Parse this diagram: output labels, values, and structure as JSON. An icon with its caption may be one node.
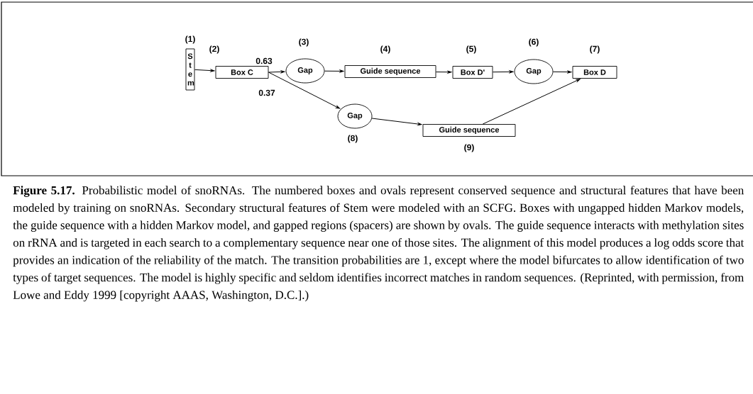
{
  "diagram": {
    "caption": "**Figure 5.17.** Probabilistic model of snoRNAs. The numbered boxes and ovals represent conserved sequence and structural features that have been modeled by training on snoRNAs. Secondary structural features of Stem were modeled with an SCFG. Boxes with ungapped hidden Markov models, the guide sequence with a hidden Markov model, and gapped regions (spacers) are shown by ovals. The guide sequence interacts with methylation sites on rRNA and is targeted in each search to a complementary sequence near one of those sites. The alignment of this model produces a log odds score that provides an indication of the reliability of the match. The transition probabilities are 1, except where the model bifurcates to allow identification of two types of target sequences. The model is highly specific and seldom identifies incorrect matches in random sequences. (Reprinted, with permission, from Lowe and Eddy 1999 [copyright AAAS, Washington, D.C.].)",
    "nodes": [
      {
        "text": [
          "S t e m"
        ],
        "beside": [
          "(1)"
        ]
      },
      {
        "text": [
          "Box C"
        ],
        "beside": [
          "(2)"
        ]
      },
      {
        "text": [
          "Gap"
        ],
        "beside": [
          "(3)"
        ]
      },
      {
        "text": [
          "Guide sequence"
        ],
        "beside": [
          "(4)"
        ]
      },
      {
        "text": [
          "Box D'"
        ],
        "beside": [
          "(5)"
        ]
      },
      {
        "text": [
          "Gap"
        ],
        "beside": [
          "(6)"
        ]
      },
      {
        "text": [
          "Box D"
        ],
        "beside": [
          "(7)"
        ]
      },
      {
        "text": [
          "Gap"
        ],
        "beside": [
          "(8)"
        ]
      },
      {
        "text": [
          "Guide sequence"
        ],
        "beside": [
          "(9)"
        ]
      }
    ],
    "edges": [
      {
        "from": 0,
        "to": 1,
        "arrow": "to"
      },
      {
        "from": 1,
        "to": 2,
        "arrow": "to",
        "label": "0.63"
      },
      {
        "from": 1,
        "to": 7,
        "arrow": "to",
        "label": "0.37"
      },
      {
        "from": 2,
        "to": 3,
        "arrow": "to"
      },
      {
        "from": 3,
        "to": 4,
        "arrow": "to"
      },
      {
        "from": 4,
        "to": 5,
        "arrow": "to"
      },
      {
        "from": 5,
        "to": 6,
        "arrow": "to"
      },
      {
        "from": 7,
        "to": 8,
        "arrow": "to"
      },
      {
        "from": 8,
        "to": 6,
        "arrow": "to"
      }
    ]
  }
}
